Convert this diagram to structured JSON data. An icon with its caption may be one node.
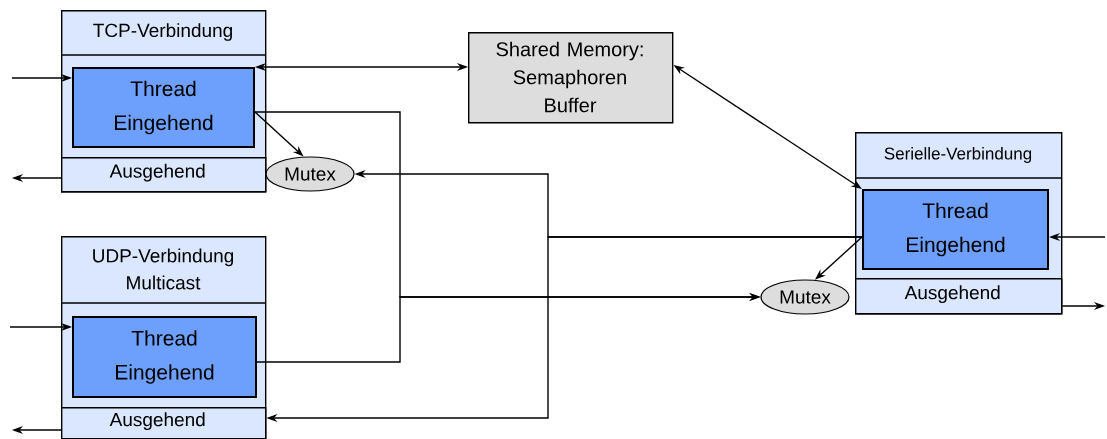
{
  "diagram": {
    "nodes": [
      {
        "text": [
          "TCP-Verbindung"
        ]
      },
      {
        "text": [
          "Thread Eingehend"
        ],
        "in": 0
      },
      {
        "text": [
          "Ausgehend"
        ],
        "in": 0
      },
      {
        "text": [
          "Shared Memory: Semaphoren Buffer"
        ]
      },
      {
        "text": [
          "Mutex"
        ]
      },
      {
        "text": [
          "Serielle-Verbindung"
        ]
      },
      {
        "text": [
          "Thread Eingehend"
        ],
        "in": 5
      },
      {
        "text": [
          "Ausgehend"
        ],
        "in": 5
      },
      {
        "text": [
          "Mutex"
        ]
      },
      {
        "text": [
          "UDP-Verbindung Multicast"
        ]
      },
      {
        "text": [
          "Thread Eingehend"
        ],
        "in": 9
      },
      {
        "text": [
          "Ausgehend"
        ],
        "in": 9
      }
    ],
    "edges": [
      {
        "from": null,
        "to": 1,
        "arrow": "to"
      },
      {
        "from": 2,
        "to": null,
        "arrow": "to"
      },
      {
        "from": 1,
        "to": 3,
        "arrow": "both"
      },
      {
        "from": 1,
        "to": 4,
        "arrow": "to"
      },
      {
        "from": 1,
        "to": 8,
        "arrow": "to"
      },
      {
        "from": 10,
        "to": 8,
        "arrow": "to"
      },
      {
        "from": 6,
        "to": 4,
        "arrow": "to"
      },
      {
        "from": 6,
        "to": 11,
        "arrow": "to"
      },
      {
        "from": 3,
        "to": 6,
        "arrow": "both"
      },
      {
        "from": 6,
        "to": 8,
        "arrow": "to"
      },
      {
        "from": null,
        "to": 6,
        "arrow": "to"
      },
      {
        "from": 7,
        "to": null,
        "arrow": "to"
      },
      {
        "from": null,
        "to": 10,
        "arrow": "to"
      },
      {
        "from": 11,
        "to": null,
        "arrow": "to"
      }
    ]
  }
}
